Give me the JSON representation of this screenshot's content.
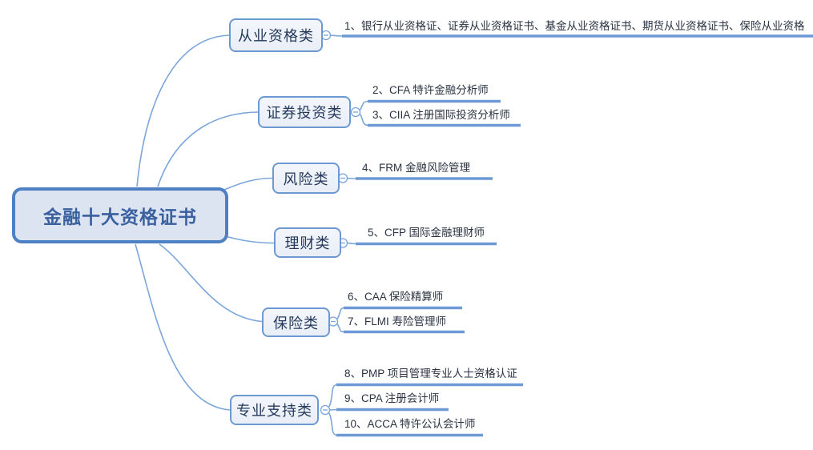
{
  "mindmap": {
    "root": {
      "label": "金融十大资格证书"
    },
    "branches": [
      {
        "label": "从业资格类",
        "children": [
          {
            "text": "1、银行从业资格证、证券从业资格证书、基金从业资格证书、期货从业资格证书、保险从业资格"
          }
        ]
      },
      {
        "label": "证券投资类",
        "children": [
          {
            "text": "2、CFA 特许金融分析师"
          },
          {
            "text": "3、CIIA 注册国际投资分析师"
          }
        ]
      },
      {
        "label": "风险类",
        "children": [
          {
            "text": "4、FRM 金融风险管理"
          }
        ]
      },
      {
        "label": "理财类",
        "children": [
          {
            "text": "5、CFP 国际金融理财师"
          }
        ]
      },
      {
        "label": "保险类",
        "children": [
          {
            "text": "6、CAA 保险精算师"
          },
          {
            "text": "7、FLMI 寿险管理师"
          }
        ]
      },
      {
        "label": "专业支持类",
        "children": [
          {
            "text": "8、PMP 项目管理专业人士资格认证"
          },
          {
            "text": "9、CPA 注册会计师"
          },
          {
            "text": "10、ACCA 特许公认会计师"
          }
        ]
      }
    ],
    "icons": {
      "collapse": "collapse-minus-circle"
    },
    "colors": {
      "root_border": "#4e80c4",
      "root_fill": "#dce4f1",
      "root_text": "#3a60a0",
      "branch_border": "#6c99d1",
      "branch_fill": "#eef2f9",
      "branch_text": "#24395c",
      "connector_line": "#7ba6d9",
      "child_underline": "#6d9ad6",
      "child_text": "#2a3342",
      "background": "#ffffff"
    }
  }
}
